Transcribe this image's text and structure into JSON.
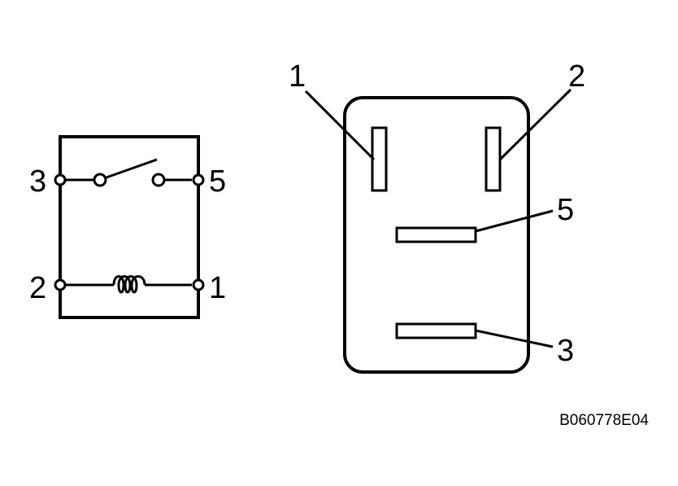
{
  "schematic": {
    "terminal_labels": {
      "left_top": "3",
      "right_top": "5",
      "left_bottom": "2",
      "right_bottom": "1"
    }
  },
  "connector": {
    "pin_labels": {
      "top_left": "1",
      "top_right": "2",
      "middle": "5",
      "bottom": "3"
    }
  },
  "figure_code": "B060778E04",
  "colors": {
    "ink": "#000000",
    "background": "#ffffff"
  }
}
